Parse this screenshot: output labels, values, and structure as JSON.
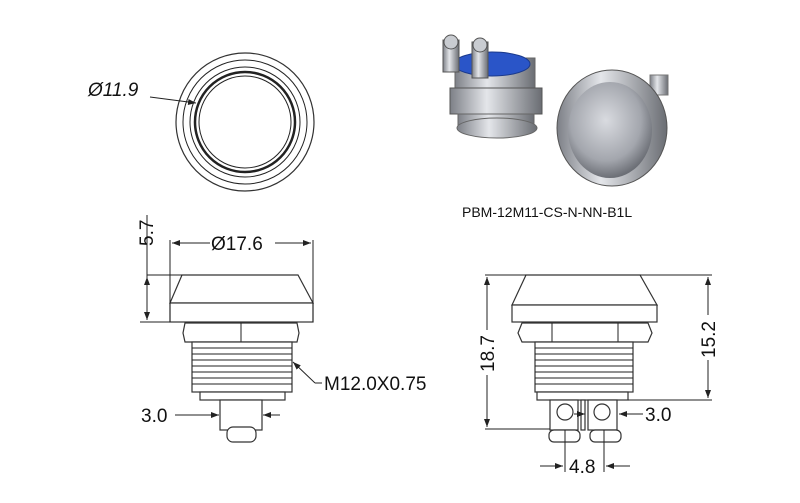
{
  "model": "PBM-12M11-CS-N-NN-B1L",
  "dimensions": {
    "top_diameter": "Ø11.9",
    "head_diameter": "Ø17.6",
    "head_height": "5.7",
    "thread": "M12.0X0.75",
    "terminal_width_left": "3.0",
    "total_height": "18.7",
    "body_height": "15.2",
    "terminal_width_right": "3.0",
    "terminal_pitch": "4.8"
  },
  "colors": {
    "line": "#222222",
    "metal": "#b9bcc2",
    "insulator": "#2a55c8"
  }
}
